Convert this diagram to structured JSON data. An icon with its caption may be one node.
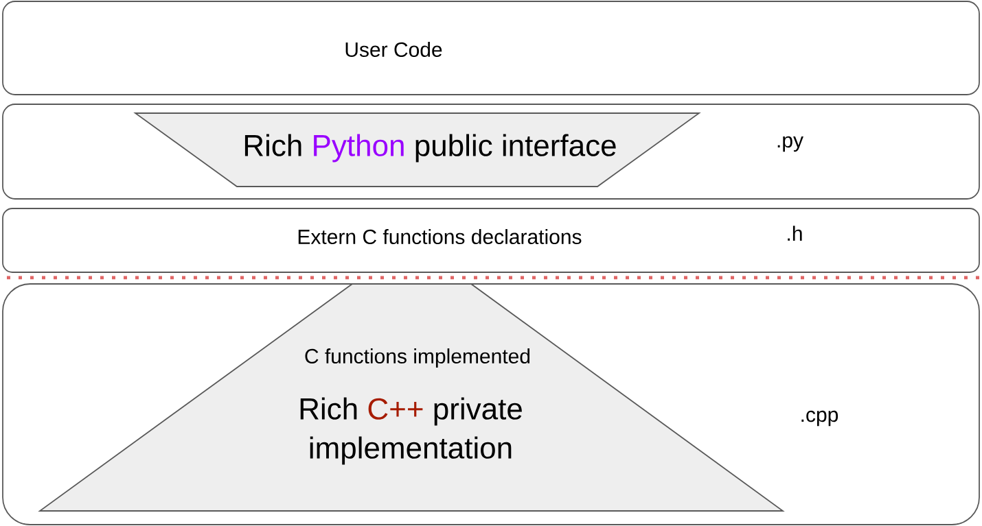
{
  "diagram": {
    "nodes": [
      {
        "text": [
          "User Code"
        ]
      },
      {
        "text": [
          ".py"
        ]
      },
      {
        "text": [
          "Rich",
          "Python",
          "public interface"
        ],
        "in": 1
      },
      {
        "text": [
          "Extern C functions declarations",
          ".h"
        ]
      },
      {
        "text": [
          ".cpp"
        ]
      },
      {
        "text": [
          "C functions implemented",
          "Rich",
          "C++",
          "private",
          "implementation"
        ],
        "in": 4
      }
    ]
  }
}
